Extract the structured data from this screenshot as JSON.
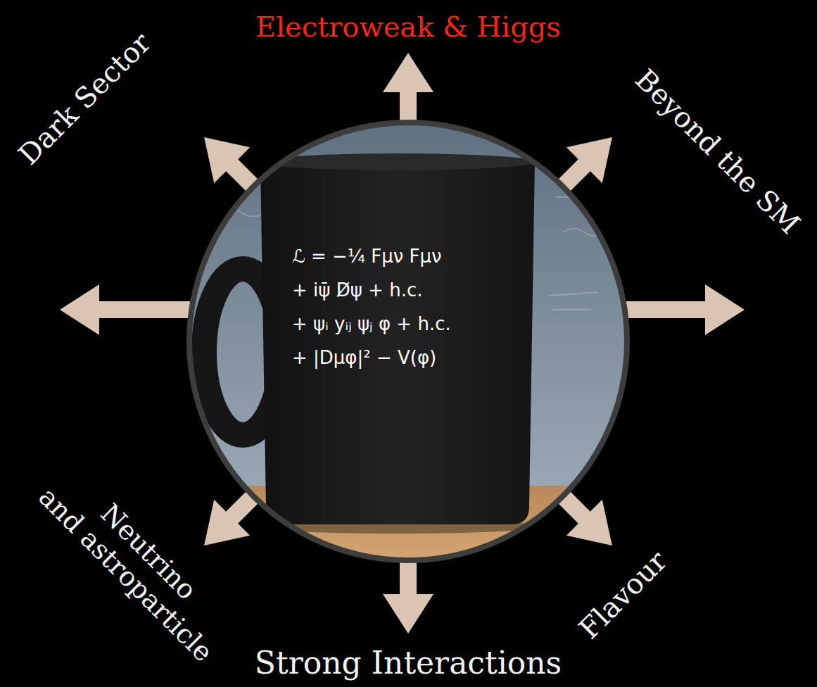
{
  "diagram": {
    "nodes": [
      {
        "text": [
          "ℒ = −¼ Fμν Fμν",
          "+ iψ̄ D̸ψ + h.c.",
          "+ ψᵢ yᵢⱼ ψⱼ φ + h.c.",
          "+ |Dμφ|² − V(φ)"
        ]
      }
    ],
    "labels": [
      "Electroweak & Higgs",
      "Beyond the SM",
      "Flavour",
      "Strong Interactions",
      "Neutrino and astroparticle",
      "Dark Sector"
    ]
  }
}
